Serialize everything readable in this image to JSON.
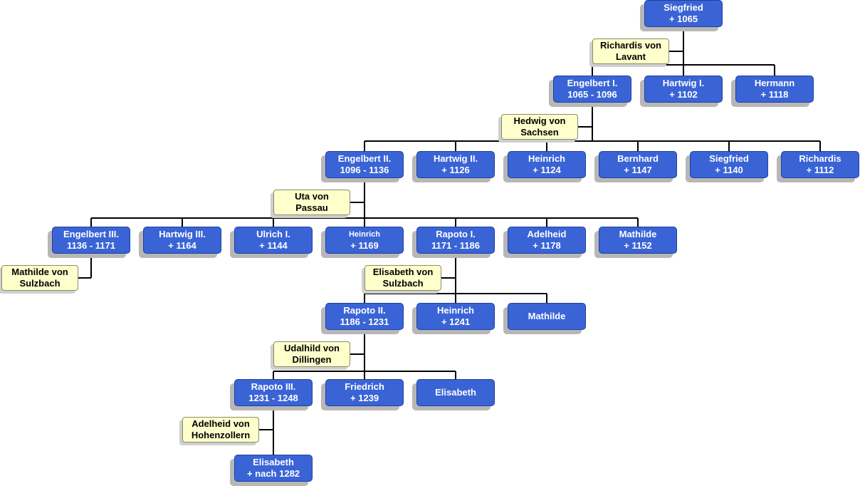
{
  "people": {
    "siegfried_1065": {
      "name": "Siegfried",
      "dates": "+ 1065"
    },
    "engelbert_1": {
      "name": "Engelbert I.",
      "dates": "1065 - 1096"
    },
    "hartwig_1": {
      "name": "Hartwig I.",
      "dates": "+ 1102"
    },
    "hermann": {
      "name": "Hermann",
      "dates": "+ 1118"
    },
    "engelbert_2": {
      "name": "Engelbert II.",
      "dates": "1096 - 1136"
    },
    "hartwig_2": {
      "name": "Hartwig II.",
      "dates": "+ 1126"
    },
    "heinrich_1124": {
      "name": "Heinrich",
      "dates": "+ 1124"
    },
    "bernhard": {
      "name": "Bernhard",
      "dates": "+ 1147"
    },
    "siegfried_1140": {
      "name": "Siegfried",
      "dates": "+ 1140"
    },
    "richardis": {
      "name": "Richardis",
      "dates": "+ 1112"
    },
    "engelbert_3": {
      "name": "Engelbert III.",
      "dates": "1136 - 1171"
    },
    "hartwig_3": {
      "name": "Hartwig III.",
      "dates": "+ 1164"
    },
    "ulrich_1": {
      "name": "Ulrich I.",
      "dates": "+ 1144"
    },
    "heinrich_1169": {
      "name": "Heinrich",
      "dates": "+ 1169"
    },
    "rapoto_1": {
      "name": "Rapoto I.",
      "dates": "1171 - 1186"
    },
    "adelheid": {
      "name": "Adelheid",
      "dates": "+ 1178"
    },
    "mathilde_1152": {
      "name": "Mathilde",
      "dates": "+ 1152"
    },
    "rapoto_2": {
      "name": "Rapoto II.",
      "dates": "1186 - 1231"
    },
    "heinrich_1241": {
      "name": "Heinrich",
      "dates": "+ 1241"
    },
    "mathilde": {
      "name": "Mathilde",
      "dates": ""
    },
    "rapoto_3": {
      "name": "Rapoto III.",
      "dates": "1231 - 1248"
    },
    "friedrich": {
      "name": "Friedrich",
      "dates": "+ 1239"
    },
    "elisabeth": {
      "name": "Elisabeth",
      "dates": ""
    },
    "elisabeth_1282": {
      "name": "Elisabeth",
      "dates": "+ nach 1282"
    }
  },
  "spouses": {
    "richardis_lavant": {
      "line1": "Richardis von",
      "line2": "Lavant"
    },
    "hedwig_sachsen": {
      "line1": "Hedwig von",
      "line2": "Sachsen"
    },
    "uta_passau": {
      "line1": "Uta von",
      "line2": "Passau"
    },
    "mathilde_sulzbach": {
      "line1": "Mathilde von",
      "line2": "Sulzbach"
    },
    "elisabeth_sulzbach": {
      "line1": "Elisabeth von",
      "line2": "Sulzbach"
    },
    "udalhild_dillingen": {
      "line1": "Udalhild von",
      "line2": "Dillingen"
    },
    "adelheid_hohenzollern": {
      "line1": "Adelheid von",
      "line2": "Hohenzollern"
    }
  },
  "colors": {
    "node_fill": "#3a64d6",
    "node_border": "#1f3f9e",
    "node_text": "#ffffff",
    "spouse_fill": "#ffffcc",
    "line": "#000000",
    "shadow": "#b7b7b7"
  }
}
